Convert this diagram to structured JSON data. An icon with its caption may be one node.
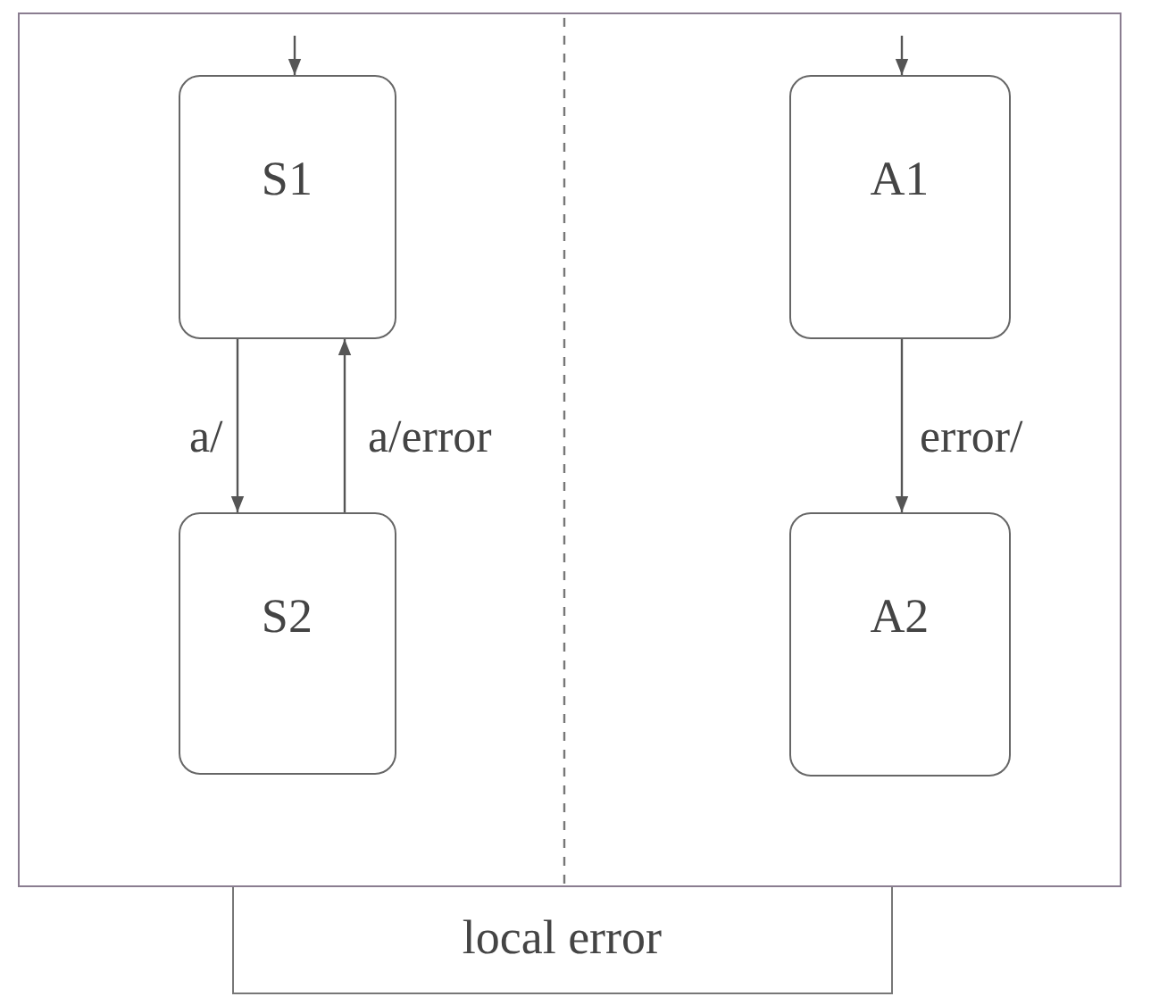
{
  "diagram": {
    "nodes": [
      {
        "text": [
          "local error"
        ]
      },
      {
        "text": [
          "S1"
        ],
        "in": 0
      },
      {
        "text": [
          "S2"
        ],
        "in": 0
      },
      {
        "text": [
          "A1"
        ],
        "in": 0
      },
      {
        "text": [
          "A2"
        ],
        "in": 0
      }
    ],
    "edges": [
      {
        "from": null,
        "to": 1,
        "arrow": "to"
      },
      {
        "from": 1,
        "to": 2,
        "arrow": "to",
        "label": "a/"
      },
      {
        "from": 2,
        "to": 1,
        "arrow": "to",
        "label": "a/error"
      },
      {
        "from": null,
        "to": 3,
        "arrow": "to"
      },
      {
        "from": 3,
        "to": 4,
        "arrow": "to",
        "label": "error/"
      }
    ]
  }
}
